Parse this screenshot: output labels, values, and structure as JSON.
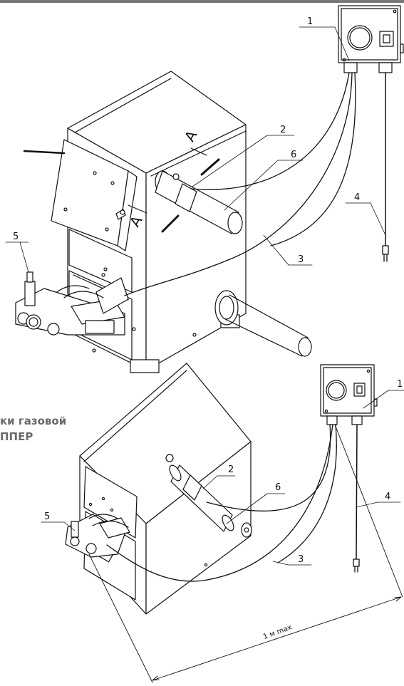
{
  "caption_fragment": {
    "line1": "ки газовой",
    "line2": "ППЕР"
  },
  "callouts_upper": [
    "1",
    "2",
    "6",
    "4",
    "3",
    "5"
  ],
  "callouts_lower": [
    "1",
    "2",
    "6",
    "4",
    "3",
    "5"
  ],
  "section_marks": [
    "A",
    "A"
  ],
  "dimension": {
    "label": "1 м max"
  },
  "colors": {
    "line": "#111111",
    "caption": "#6a6a6a",
    "topbar": "#777777"
  }
}
